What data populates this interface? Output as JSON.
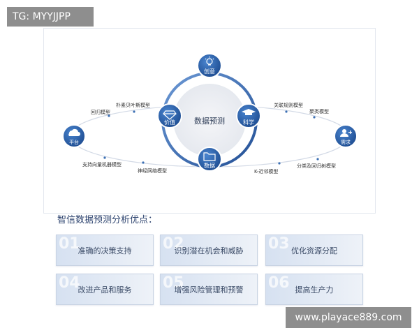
{
  "watermarks": {
    "top_left": "TG: MYYJJPP",
    "bottom_right": "www.playace889.com"
  },
  "diagram": {
    "center_label": "数据预测",
    "nodes": {
      "creativity": {
        "label": "创意",
        "icon": "lightbulb-icon"
      },
      "value": {
        "label": "价值",
        "icon": "diamond-icon"
      },
      "science": {
        "label": "科学",
        "icon": "graduation-cap-icon"
      },
      "data": {
        "label": "数据",
        "icon": "folder-icon"
      },
      "platform": {
        "label": "平台",
        "icon": "cloud-upload-icon"
      },
      "demand": {
        "label": "需求",
        "icon": "user-plus-icon"
      }
    },
    "models": {
      "naive_bayes": "朴素贝叶斯模型",
      "regression": "回归模型",
      "svm": "支持向量机器模型",
      "neural_network": "神经网络模型",
      "association_rules": "关联规则模型",
      "clustering": "聚类模型",
      "knn": "K-近邻模型",
      "classification_regression_tree": "分类及回归树模型"
    }
  },
  "advantages": {
    "title": "智信数据预测分析优点：",
    "items": [
      {
        "num": "01",
        "label": "准确的决策支持"
      },
      {
        "num": "02",
        "label": "识别潜在机会和威胁"
      },
      {
        "num": "03",
        "label": "优化资源分配"
      },
      {
        "num": "04",
        "label": "改进产品和服务"
      },
      {
        "num": "05",
        "label": "增强风险管理和预警"
      },
      {
        "num": "06",
        "label": "提高生产力"
      }
    ]
  },
  "colors": {
    "node_blue": "#2d5fa6",
    "ring_blue": "#3b6fb3",
    "center_fill": "#eef0f4",
    "card_bg": "#dfe7f3"
  }
}
